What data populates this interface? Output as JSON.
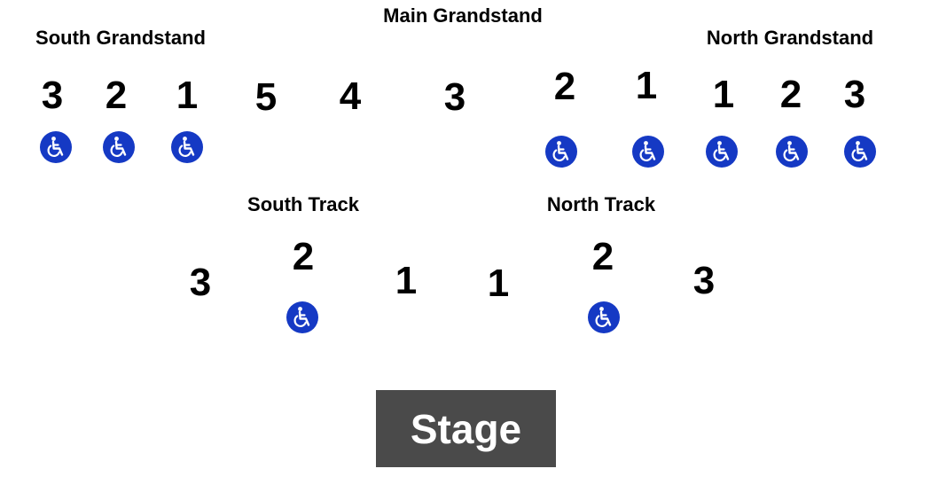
{
  "sections": {
    "main_grandstand": "Main Grandstand",
    "south_grandstand": "South Grandstand",
    "north_grandstand": "North Grandstand",
    "south_track": "South Track",
    "north_track": "North Track"
  },
  "grandstand_numbers": {
    "south_3": "3",
    "south_2": "2",
    "south_1": "1",
    "main_5": "5",
    "main_4": "4",
    "main_3": "3",
    "main_2": "2",
    "main_1": "1",
    "north_1": "1",
    "north_2": "2",
    "north_3": "3"
  },
  "track_numbers": {
    "south_3": "3",
    "south_2": "2",
    "south_1": "1",
    "north_1": "1",
    "north_2": "2",
    "north_3": "3"
  },
  "stage": {
    "label": "Stage"
  },
  "colors": {
    "accessible": "#1539c4",
    "stage_bg": "#4a4a4a",
    "stage_text": "#ffffff"
  },
  "icons": {
    "accessible_seating": "wheelchair-icon"
  }
}
